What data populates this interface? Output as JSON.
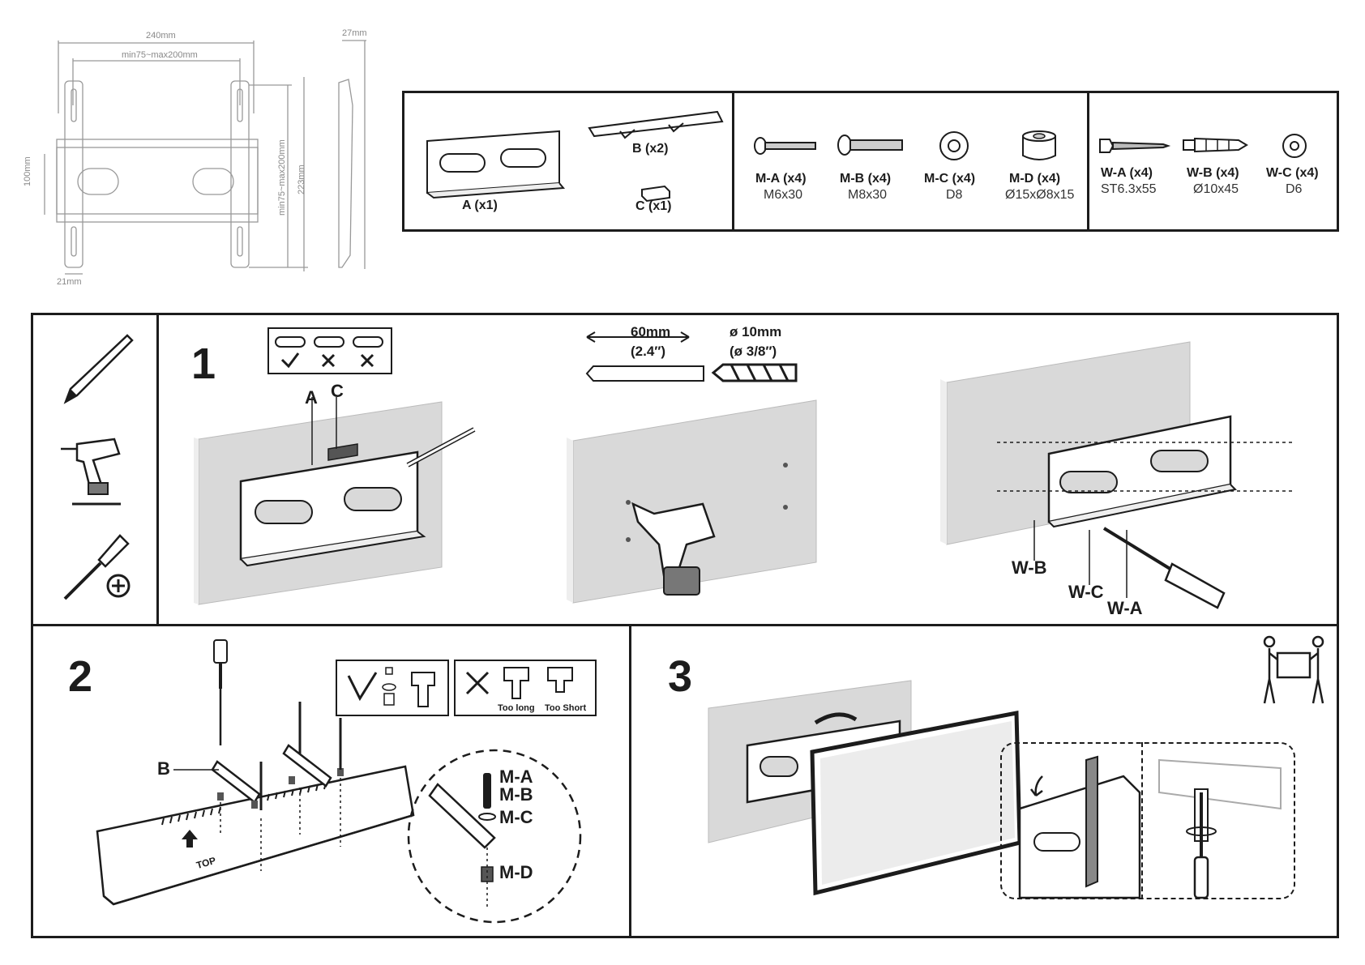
{
  "dimensions": {
    "overall_width": "240mm",
    "vesa_width": "min75~max200mm",
    "depth": "27mm",
    "height_left": "100mm",
    "vesa_height": "min75~max200mm",
    "overall_height": "223mm",
    "rail_width": "21mm"
  },
  "parts": {
    "group1": [
      {
        "label": "A (x1)"
      },
      {
        "label": "B (x2)"
      },
      {
        "label": "C (x1)"
      }
    ],
    "group2": [
      {
        "label": "M-A (x4)",
        "spec": "M6x30"
      },
      {
        "label": "M-B (x4)",
        "spec": "M8x30"
      },
      {
        "label": "M-C (x4)",
        "spec": "D8"
      },
      {
        "label": "M-D (x4)",
        "spec": "Ø15xØ8x15"
      }
    ],
    "group3": [
      {
        "label": "W-A (x4)",
        "spec": "ST6.3x55"
      },
      {
        "label": "W-B (x4)",
        "spec": "Ø10x45"
      },
      {
        "label": "W-C (x4)",
        "spec": "D6"
      }
    ]
  },
  "step1": {
    "number": "1",
    "label_a": "A",
    "label_c": "C",
    "drill_depth": "60mm",
    "drill_depth_in": "(2.4″)",
    "drill_diameter": "ø 10mm",
    "drill_diameter_in": "(ø 3/8″)",
    "label_wb": "W-B",
    "label_wc": "W-C",
    "label_wa": "W-A"
  },
  "step2": {
    "number": "2",
    "label_b": "B",
    "top_label": "TOP",
    "too_long": "Too long",
    "too_short": "Too Short",
    "label_ma": "M-A",
    "label_mb": "M-B",
    "label_mc": "M-C",
    "label_md": "M-D"
  },
  "step3": {
    "number": "3"
  },
  "colors": {
    "ink": "#1c1c1c",
    "wall": "#d9d9d9",
    "dim": "#888888"
  }
}
